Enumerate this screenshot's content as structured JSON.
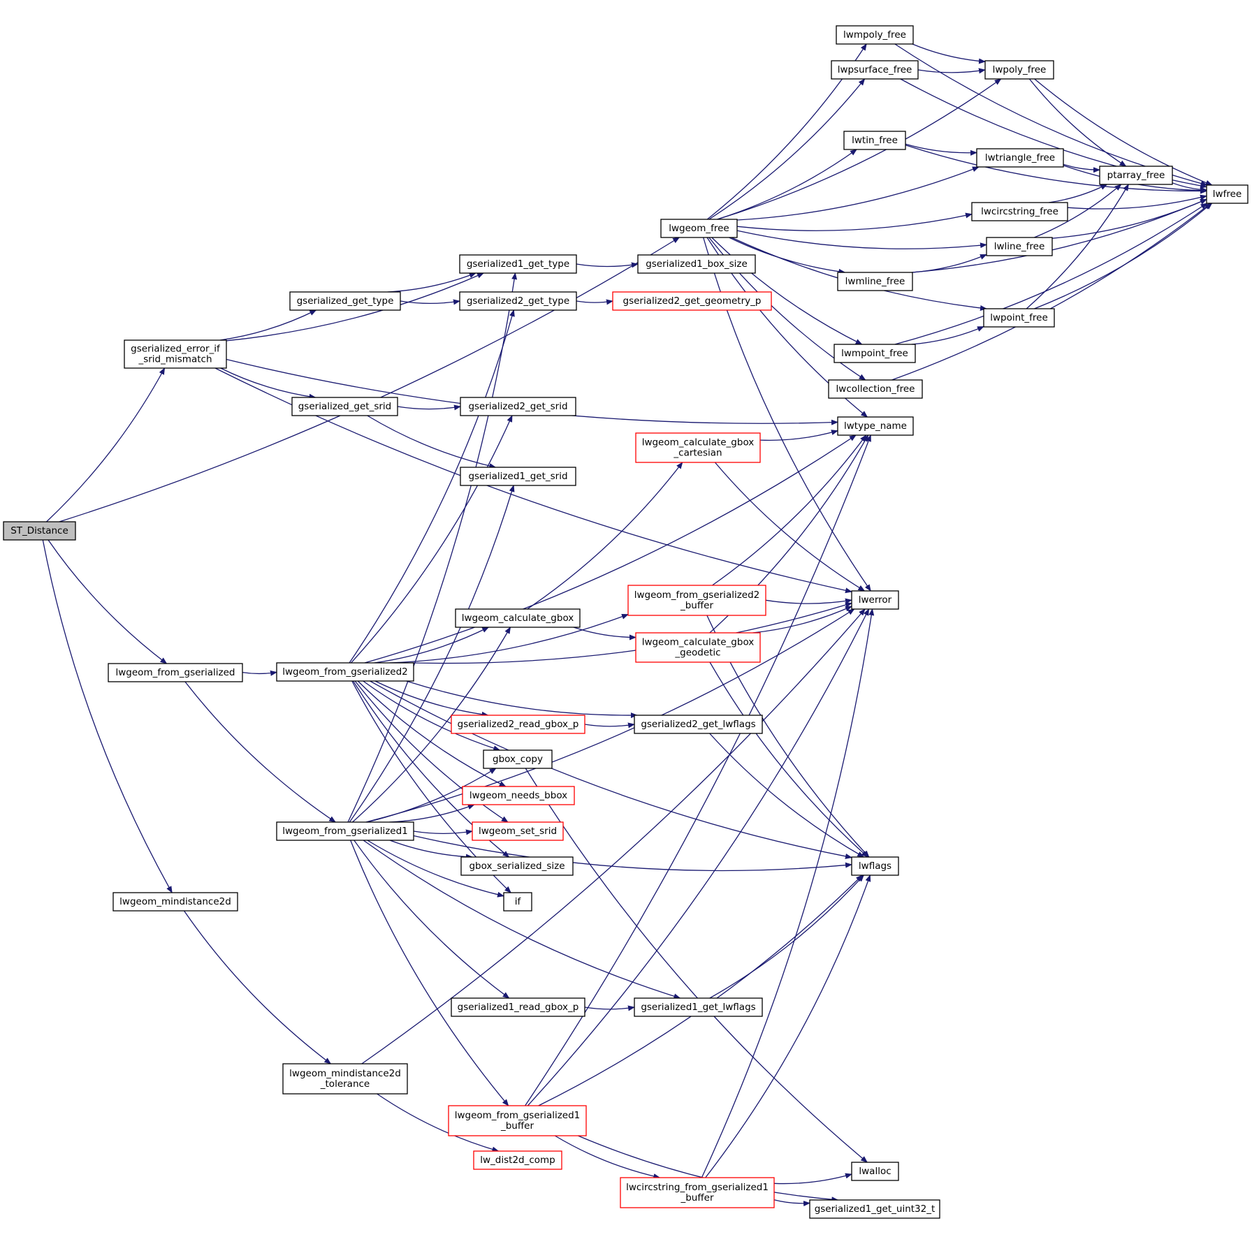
{
  "colors": {
    "edge": "#191970",
    "node_border": "#000000",
    "node_border_truncated": "#ff0000",
    "root_fill": "#bfbfbf",
    "background": "#ffffff"
  },
  "nodes": [
    {
      "id": "st_distance",
      "lines": [
        "ST_Distance"
      ],
      "style": "root"
    },
    {
      "id": "gserialized_error_if_srid_mismatch",
      "lines": [
        "gserialized_error_if",
        "_srid_mismatch"
      ],
      "style": "normal"
    },
    {
      "id": "lwgeom_from_gserialized",
      "lines": [
        "lwgeom_from_gserialized"
      ],
      "style": "normal"
    },
    {
      "id": "lwgeom_mindistance2d",
      "lines": [
        "lwgeom_mindistance2d"
      ],
      "style": "normal"
    },
    {
      "id": "gserialized_get_type",
      "lines": [
        "gserialized_get_type"
      ],
      "style": "normal"
    },
    {
      "id": "gserialized_get_srid",
      "lines": [
        "gserialized_get_srid"
      ],
      "style": "normal"
    },
    {
      "id": "lwgeom_from_gserialized2",
      "lines": [
        "lwgeom_from_gserialized2"
      ],
      "style": "normal"
    },
    {
      "id": "lwgeom_from_gserialized1",
      "lines": [
        "lwgeom_from_gserialized1"
      ],
      "style": "normal"
    },
    {
      "id": "lwgeom_mindistance2d_tolerance",
      "lines": [
        "lwgeom_mindistance2d",
        "_tolerance"
      ],
      "style": "normal"
    },
    {
      "id": "gserialized1_get_type",
      "lines": [
        "gserialized1_get_type"
      ],
      "style": "normal"
    },
    {
      "id": "gserialized2_get_type",
      "lines": [
        "gserialized2_get_type"
      ],
      "style": "normal"
    },
    {
      "id": "gserialized2_get_srid",
      "lines": [
        "gserialized2_get_srid"
      ],
      "style": "normal"
    },
    {
      "id": "gserialized1_get_srid",
      "lines": [
        "gserialized1_get_srid"
      ],
      "style": "normal"
    },
    {
      "id": "lwgeom_calculate_gbox",
      "lines": [
        "lwgeom_calculate_gbox"
      ],
      "style": "normal"
    },
    {
      "id": "gserialized2_read_gbox_p",
      "lines": [
        "gserialized2_read_gbox_p"
      ],
      "style": "red"
    },
    {
      "id": "gbox_copy",
      "lines": [
        "gbox_copy"
      ],
      "style": "normal"
    },
    {
      "id": "lwgeom_needs_bbox",
      "lines": [
        "lwgeom_needs_bbox"
      ],
      "style": "red"
    },
    {
      "id": "lwgeom_set_srid",
      "lines": [
        "lwgeom_set_srid"
      ],
      "style": "red"
    },
    {
      "id": "gbox_serialized_size",
      "lines": [
        "gbox_serialized_size"
      ],
      "style": "normal"
    },
    {
      "id": "if",
      "lines": [
        "if"
      ],
      "style": "normal"
    },
    {
      "id": "gserialized1_read_gbox_p",
      "lines": [
        "gserialized1_read_gbox_p"
      ],
      "style": "normal"
    },
    {
      "id": "lwgeom_from_gserialized1_buffer",
      "lines": [
        "lwgeom_from_gserialized1",
        "_buffer"
      ],
      "style": "red"
    },
    {
      "id": "lw_dist2d_comp",
      "lines": [
        "lw_dist2d_comp"
      ],
      "style": "red"
    },
    {
      "id": "lwgeom_free",
      "lines": [
        "lwgeom_free"
      ],
      "style": "normal"
    },
    {
      "id": "gserialized1_box_size",
      "lines": [
        "gserialized1_box_size"
      ],
      "style": "normal"
    },
    {
      "id": "gserialized2_get_geometry_p",
      "lines": [
        "gserialized2_get_geometry_p"
      ],
      "style": "red"
    },
    {
      "id": "lwgeom_calculate_gbox_cartesian",
      "lines": [
        "lwgeom_calculate_gbox",
        "_cartesian"
      ],
      "style": "red"
    },
    {
      "id": "lwgeom_from_gserialized2_buffer",
      "lines": [
        "lwgeom_from_gserialized2",
        "_buffer"
      ],
      "style": "red"
    },
    {
      "id": "lwgeom_calculate_gbox_geodetic",
      "lines": [
        "lwgeom_calculate_gbox",
        "_geodetic"
      ],
      "style": "red"
    },
    {
      "id": "gserialized2_get_lwflags",
      "lines": [
        "gserialized2_get_lwflags"
      ],
      "style": "normal"
    },
    {
      "id": "gserialized1_get_lwflags",
      "lines": [
        "gserialized1_get_lwflags"
      ],
      "style": "normal"
    },
    {
      "id": "lwcircstring_from_gserialized1_buffer",
      "lines": [
        "lwcircstring_from_gserialized1",
        "_buffer"
      ],
      "style": "red"
    },
    {
      "id": "lwmpoly_free",
      "lines": [
        "lwmpoly_free"
      ],
      "style": "normal"
    },
    {
      "id": "lwpsurface_free",
      "lines": [
        "lwpsurface_free"
      ],
      "style": "normal"
    },
    {
      "id": "lwtin_free",
      "lines": [
        "lwtin_free"
      ],
      "style": "normal"
    },
    {
      "id": "lwmline_free",
      "lines": [
        "lwmline_free"
      ],
      "style": "normal"
    },
    {
      "id": "lwmpoint_free",
      "lines": [
        "lwmpoint_free"
      ],
      "style": "normal"
    },
    {
      "id": "lwcollection_free",
      "lines": [
        "lwcollection_free"
      ],
      "style": "normal"
    },
    {
      "id": "lwtype_name",
      "lines": [
        "lwtype_name"
      ],
      "style": "normal"
    },
    {
      "id": "lwerror",
      "lines": [
        "lwerror"
      ],
      "style": "normal"
    },
    {
      "id": "lwflags",
      "lines": [
        "lwflags"
      ],
      "style": "normal"
    },
    {
      "id": "lwalloc",
      "lines": [
        "lwalloc"
      ],
      "style": "normal"
    },
    {
      "id": "gserialized1_get_uint32_t",
      "lines": [
        "gserialized1_get_uint32_t"
      ],
      "style": "normal"
    },
    {
      "id": "lwpoly_free",
      "lines": [
        "lwpoly_free"
      ],
      "style": "normal"
    },
    {
      "id": "lwtriangle_free",
      "lines": [
        "lwtriangle_free"
      ],
      "style": "normal"
    },
    {
      "id": "lwcircstring_free",
      "lines": [
        "lwcircstring_free"
      ],
      "style": "normal"
    },
    {
      "id": "lwline_free",
      "lines": [
        "lwline_free"
      ],
      "style": "normal"
    },
    {
      "id": "lwpoint_free",
      "lines": [
        "lwpoint_free"
      ],
      "style": "normal"
    },
    {
      "id": "ptarray_free",
      "lines": [
        "ptarray_free"
      ],
      "style": "normal"
    },
    {
      "id": "lwfree",
      "lines": [
        "lwfree"
      ],
      "style": "normal"
    }
  ],
  "edges": [
    [
      "st_distance",
      "gserialized_error_if_srid_mismatch"
    ],
    [
      "st_distance",
      "lwgeom_free"
    ],
    [
      "st_distance",
      "lwgeom_from_gserialized"
    ],
    [
      "st_distance",
      "lwgeom_mindistance2d"
    ],
    [
      "gserialized_error_if_srid_mismatch",
      "gserialized1_get_type"
    ],
    [
      "gserialized_error_if_srid_mismatch",
      "gserialized_get_type"
    ],
    [
      "gserialized_error_if_srid_mismatch",
      "gserialized_get_srid"
    ],
    [
      "gserialized_error_if_srid_mismatch",
      "lwtype_name"
    ],
    [
      "gserialized_error_if_srid_mismatch",
      "lwerror"
    ],
    [
      "gserialized_get_type",
      "gserialized1_get_type"
    ],
    [
      "gserialized_get_type",
      "gserialized2_get_type"
    ],
    [
      "gserialized_get_srid",
      "gserialized2_get_srid"
    ],
    [
      "gserialized_get_srid",
      "gserialized1_get_srid"
    ],
    [
      "gserialized1_get_type",
      "gserialized1_box_size"
    ],
    [
      "gserialized2_get_type",
      "gserialized2_get_geometry_p"
    ],
    [
      "lwgeom_from_gserialized",
      "lwgeom_from_gserialized2"
    ],
    [
      "lwgeom_from_gserialized",
      "lwgeom_from_gserialized1"
    ],
    [
      "lwgeom_mindistance2d",
      "lwgeom_mindistance2d_tolerance"
    ],
    [
      "lwgeom_mindistance2d_tolerance",
      "lw_dist2d_comp"
    ],
    [
      "lwgeom_mindistance2d_tolerance",
      "lwerror"
    ],
    [
      "lwgeom_from_gserialized2",
      "gserialized2_get_type"
    ],
    [
      "lwgeom_from_gserialized2",
      "gserialized2_get_srid"
    ],
    [
      "lwgeom_from_gserialized2",
      "lwtype_name"
    ],
    [
      "lwgeom_from_gserialized2",
      "lwgeom_from_gserialized2_buffer"
    ],
    [
      "lwgeom_from_gserialized2",
      "lwerror"
    ],
    [
      "lwgeom_from_gserialized2",
      "lwgeom_calculate_gbox"
    ],
    [
      "lwgeom_from_gserialized2",
      "gserialized2_read_gbox_p"
    ],
    [
      "lwgeom_from_gserialized2",
      "gserialized2_get_lwflags"
    ],
    [
      "lwgeom_from_gserialized2",
      "gbox_copy"
    ],
    [
      "lwgeom_from_gserialized2",
      "lwgeom_needs_bbox"
    ],
    [
      "lwgeom_from_gserialized2",
      "lwgeom_set_srid"
    ],
    [
      "lwgeom_from_gserialized2",
      "gbox_serialized_size"
    ],
    [
      "lwgeom_from_gserialized2",
      "if"
    ],
    [
      "lwgeom_from_gserialized2",
      "lwflags"
    ],
    [
      "lwgeom_from_gserialized1",
      "gserialized1_get_type"
    ],
    [
      "lwgeom_from_gserialized1",
      "gserialized1_get_srid"
    ],
    [
      "lwgeom_from_gserialized1",
      "lwgeom_calculate_gbox"
    ],
    [
      "lwgeom_from_gserialized1",
      "gbox_copy"
    ],
    [
      "lwgeom_from_gserialized1",
      "lwgeom_needs_bbox"
    ],
    [
      "lwgeom_from_gserialized1",
      "lwgeom_set_srid"
    ],
    [
      "lwgeom_from_gserialized1",
      "gbox_serialized_size"
    ],
    [
      "lwgeom_from_gserialized1",
      "if"
    ],
    [
      "lwgeom_from_gserialized1",
      "lwerror"
    ],
    [
      "lwgeom_from_gserialized1",
      "gserialized1_read_gbox_p"
    ],
    [
      "lwgeom_from_gserialized1",
      "gserialized1_get_lwflags"
    ],
    [
      "lwgeom_from_gserialized1",
      "lwgeom_from_gserialized1_buffer"
    ],
    [
      "lwgeom_from_gserialized1",
      "lwflags"
    ],
    [
      "lwgeom_calculate_gbox",
      "lwgeom_calculate_gbox_cartesian"
    ],
    [
      "lwgeom_calculate_gbox",
      "lwgeom_calculate_gbox_geodetic"
    ],
    [
      "lwgeom_calculate_gbox_cartesian",
      "lwtype_name"
    ],
    [
      "lwgeom_calculate_gbox_cartesian",
      "lwerror"
    ],
    [
      "lwgeom_from_gserialized2_buffer",
      "lwtype_name"
    ],
    [
      "lwgeom_from_gserialized2_buffer",
      "lwerror"
    ],
    [
      "lwgeom_from_gserialized2_buffer",
      "lwflags"
    ],
    [
      "lwgeom_calculate_gbox_geodetic",
      "lwtype_name"
    ],
    [
      "lwgeom_calculate_gbox_geodetic",
      "lwerror"
    ],
    [
      "lwgeom_calculate_gbox_geodetic",
      "lwflags"
    ],
    [
      "gserialized2_read_gbox_p",
      "gserialized2_get_lwflags"
    ],
    [
      "gserialized2_get_lwflags",
      "lwflags"
    ],
    [
      "gserialized1_read_gbox_p",
      "gserialized1_get_lwflags"
    ],
    [
      "gserialized1_get_lwflags",
      "lwflags"
    ],
    [
      "gbox_copy",
      "lwalloc"
    ],
    [
      "lwgeom_from_gserialized1_buffer",
      "lwtype_name"
    ],
    [
      "lwgeom_from_gserialized1_buffer",
      "lwerror"
    ],
    [
      "lwgeom_from_gserialized1_buffer",
      "lwflags"
    ],
    [
      "lwgeom_from_gserialized1_buffer",
      "lwcircstring_from_gserialized1_buffer"
    ],
    [
      "lwgeom_from_gserialized1_buffer",
      "gserialized1_get_uint32_t"
    ],
    [
      "lwcircstring_from_gserialized1_buffer",
      "lwalloc"
    ],
    [
      "lwcircstring_from_gserialized1_buffer",
      "gserialized1_get_uint32_t"
    ],
    [
      "lwcircstring_from_gserialized1_buffer",
      "lwerror"
    ],
    [
      "lwcircstring_from_gserialized1_buffer",
      "lwflags"
    ],
    [
      "lwgeom_free",
      "lwmpoly_free"
    ],
    [
      "lwgeom_free",
      "lwpsurface_free"
    ],
    [
      "lwgeom_free",
      "lwpoly_free"
    ],
    [
      "lwgeom_free",
      "lwtin_free"
    ],
    [
      "lwgeom_free",
      "lwtriangle_free"
    ],
    [
      "lwgeom_free",
      "lwcircstring_free"
    ],
    [
      "lwgeom_free",
      "lwline_free"
    ],
    [
      "lwgeom_free",
      "lwmline_free"
    ],
    [
      "lwgeom_free",
      "lwpoint_free"
    ],
    [
      "lwgeom_free",
      "lwmpoint_free"
    ],
    [
      "lwgeom_free",
      "lwcollection_free"
    ],
    [
      "lwgeom_free",
      "lwtype_name"
    ],
    [
      "lwgeom_free",
      "lwerror"
    ],
    [
      "lwmpoly_free",
      "lwpoly_free"
    ],
    [
      "lwmpoly_free",
      "lwfree"
    ],
    [
      "lwpsurface_free",
      "lwpoly_free"
    ],
    [
      "lwpsurface_free",
      "lwfree"
    ],
    [
      "lwpoly_free",
      "ptarray_free"
    ],
    [
      "lwpoly_free",
      "lwfree"
    ],
    [
      "lwtin_free",
      "lwtriangle_free"
    ],
    [
      "lwtin_free",
      "lwfree"
    ],
    [
      "lwtriangle_free",
      "ptarray_free"
    ],
    [
      "lwtriangle_free",
      "lwfree"
    ],
    [
      "lwcircstring_free",
      "ptarray_free"
    ],
    [
      "lwcircstring_free",
      "lwfree"
    ],
    [
      "lwline_free",
      "ptarray_free"
    ],
    [
      "lwline_free",
      "lwfree"
    ],
    [
      "lwmline_free",
      "lwline_free"
    ],
    [
      "lwmline_free",
      "lwfree"
    ],
    [
      "lwpoint_free",
      "ptarray_free"
    ],
    [
      "lwpoint_free",
      "lwfree"
    ],
    [
      "lwmpoint_free",
      "lwpoint_free"
    ],
    [
      "lwmpoint_free",
      "lwfree"
    ],
    [
      "lwcollection_free",
      "lwfree"
    ],
    [
      "ptarray_free",
      "lwfree"
    ]
  ]
}
